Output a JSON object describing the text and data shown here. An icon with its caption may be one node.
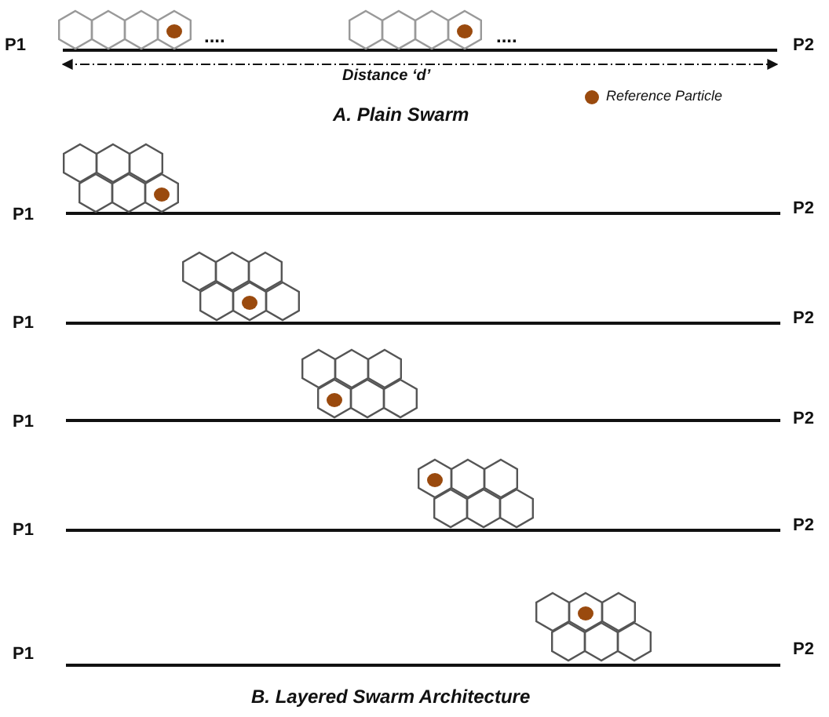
{
  "diagram": {
    "labels": [
      "....",
      "....",
      "P1",
      "P2",
      "Distance ‘d’",
      "A.   Plain Swarm",
      "P1",
      "P2",
      "P1",
      "P2",
      "P1",
      "P2",
      "P1",
      "P2",
      "P1",
      "P2",
      "B. Layered Swarm Architecture"
    ],
    "legend": [
      {
        "text": "Reference Particle",
        "color": "#9a4a0e"
      }
    ]
  }
}
